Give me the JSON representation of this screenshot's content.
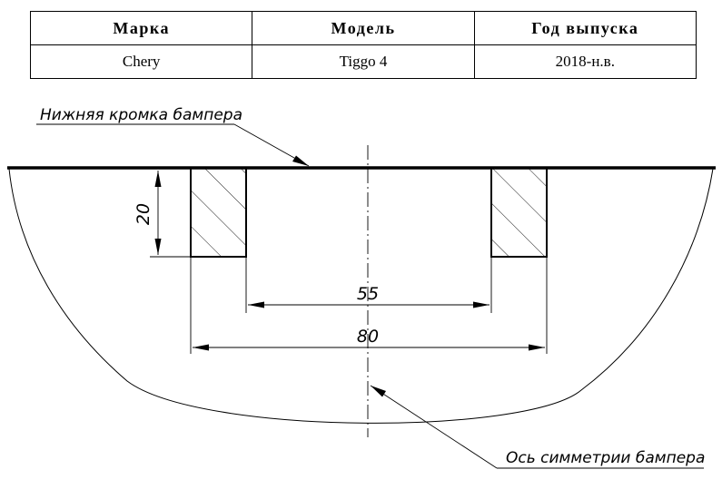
{
  "table": {
    "headers": [
      "Марка",
      "Модель",
      "Год выпуска"
    ],
    "row": [
      "Chery",
      "Tiggo 4",
      "2018-н.в."
    ]
  },
  "drawing": {
    "callout_bumper_edge": "Нижняя кромка бампера",
    "callout_symmetry_axis": "Ось симметрии бампера",
    "dim_height": "20",
    "dim_inner_width": "55",
    "dim_outer_width": "80"
  }
}
